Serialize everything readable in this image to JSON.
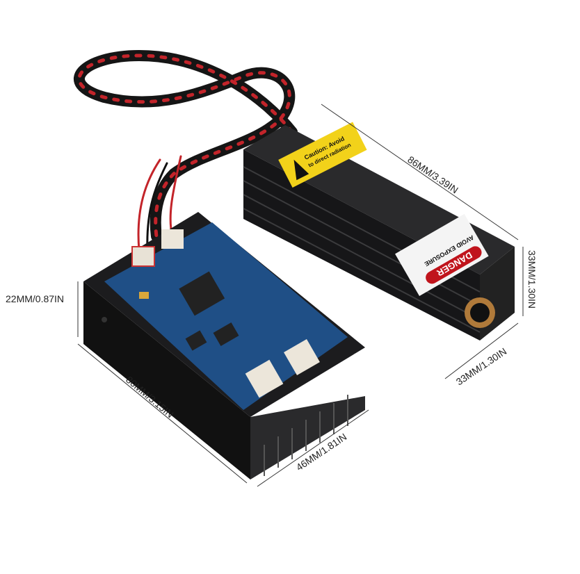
{
  "dimensions": {
    "laser_length": "86MM/3.39IN",
    "laser_height": "33MM/1.30IN",
    "laser_width": "33MM/1.30IN",
    "driver_height": "22MM/0.87IN",
    "driver_length": "80MM/3.15IN",
    "driver_width": "46MM/1.81IN"
  },
  "labels": {
    "caution": "Caution: Avoid",
    "caution_line2": "to direct radiation",
    "danger": "DANGER",
    "avoid_exposure": "AVOID EXPOSURE"
  },
  "colors": {
    "heatsink": "#1c1c1e",
    "pcb": "#1f4f86",
    "warning_yellow": "#f2d21a",
    "danger_red": "#c0141c",
    "cable_red": "#c3242a"
  }
}
